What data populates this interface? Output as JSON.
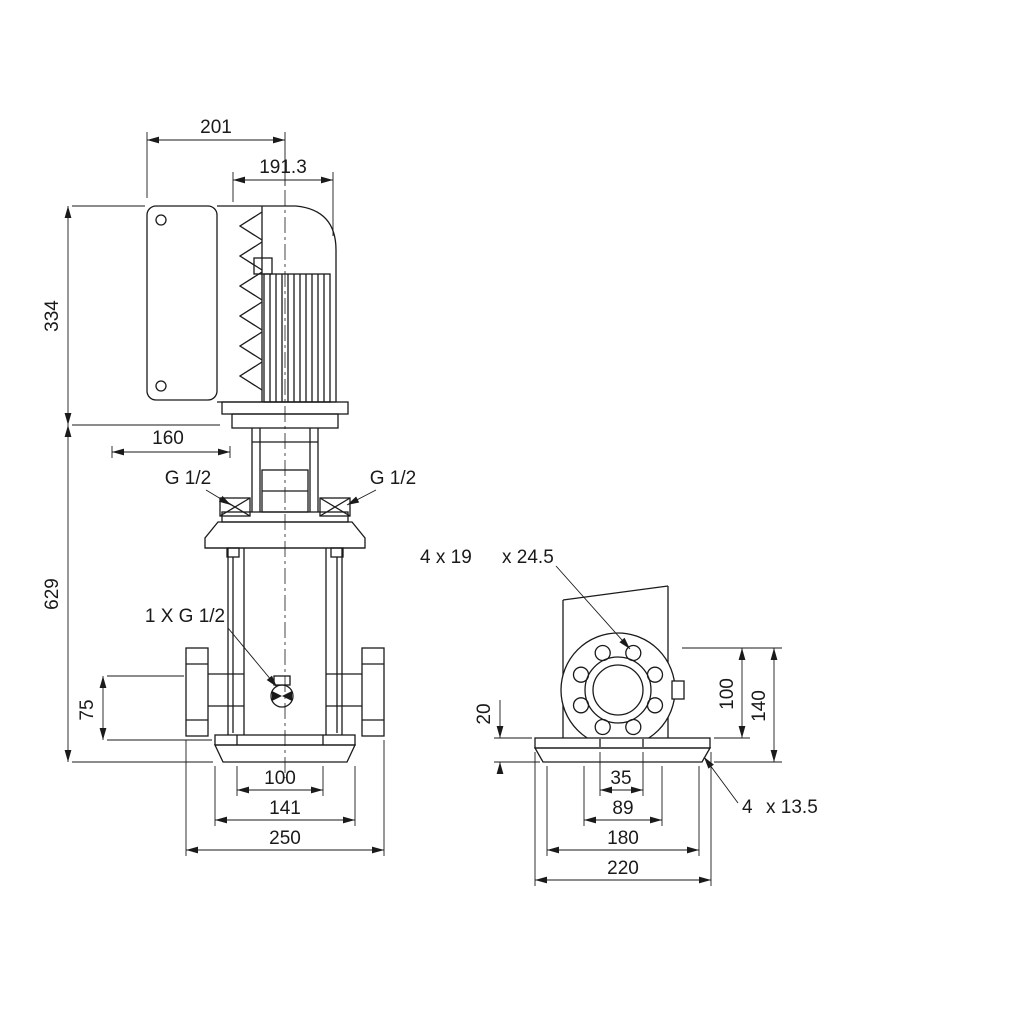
{
  "style": {
    "line_color": "#1a1a1a",
    "background": "#ffffff"
  },
  "left_view": {
    "dim_width_box": "201",
    "dim_width_motor": "191.3",
    "dim_motor_height": "334",
    "dim_coupling_width": "160",
    "dim_total_height": "629",
    "port_left": "G 1/2",
    "port_right": "G 1/2",
    "drain": "1 X G 1/2",
    "dim_port_height": "75",
    "dim_base_inner": "100",
    "dim_base_width": "141",
    "dim_flange_span": "250"
  },
  "right_view": {
    "bolt_note_1": "4 x 19",
    "bolt_note_2": "x 24.5",
    "dim_base_height": "20",
    "dim_center_height": "100",
    "dim_overall_height": "140",
    "dim_hole_spacing": "35",
    "dim_slot_span": "89",
    "dim_foot_span": "180",
    "dim_base_width": "220",
    "hole_note_1": "4",
    "hole_note_2": "x 13.5"
  }
}
